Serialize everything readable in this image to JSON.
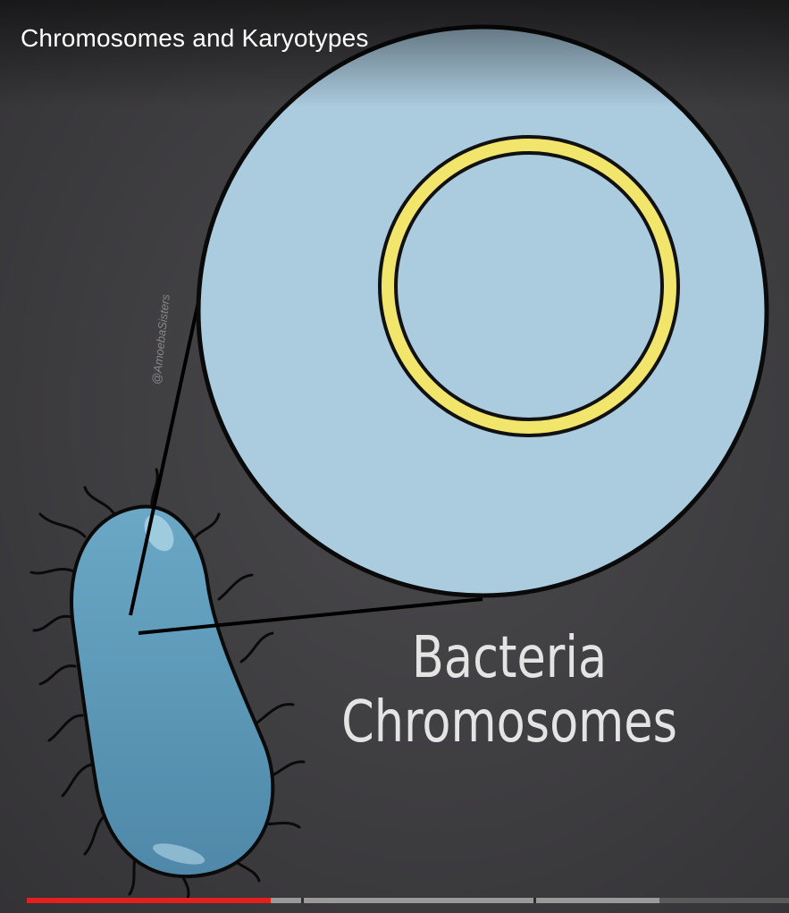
{
  "video": {
    "title": "Chromosomes and Karyotypes",
    "watermark": "@AmoebaSisters"
  },
  "caption": {
    "line1": "Bacteria",
    "line2": "Chromosomes"
  },
  "progress": {
    "played_fraction": 0.32,
    "buffered_fraction": 0.83,
    "played_color": "#e61e1e",
    "buffered_color": "#9a9a9a",
    "track_color": "#5a5a5a"
  },
  "colors": {
    "background": "#3f3e41",
    "cell_circle": "#abcbdf",
    "chromosome_ring": "#f2e56c",
    "bacterium": "#5f9dbd",
    "outline": "#000000"
  }
}
